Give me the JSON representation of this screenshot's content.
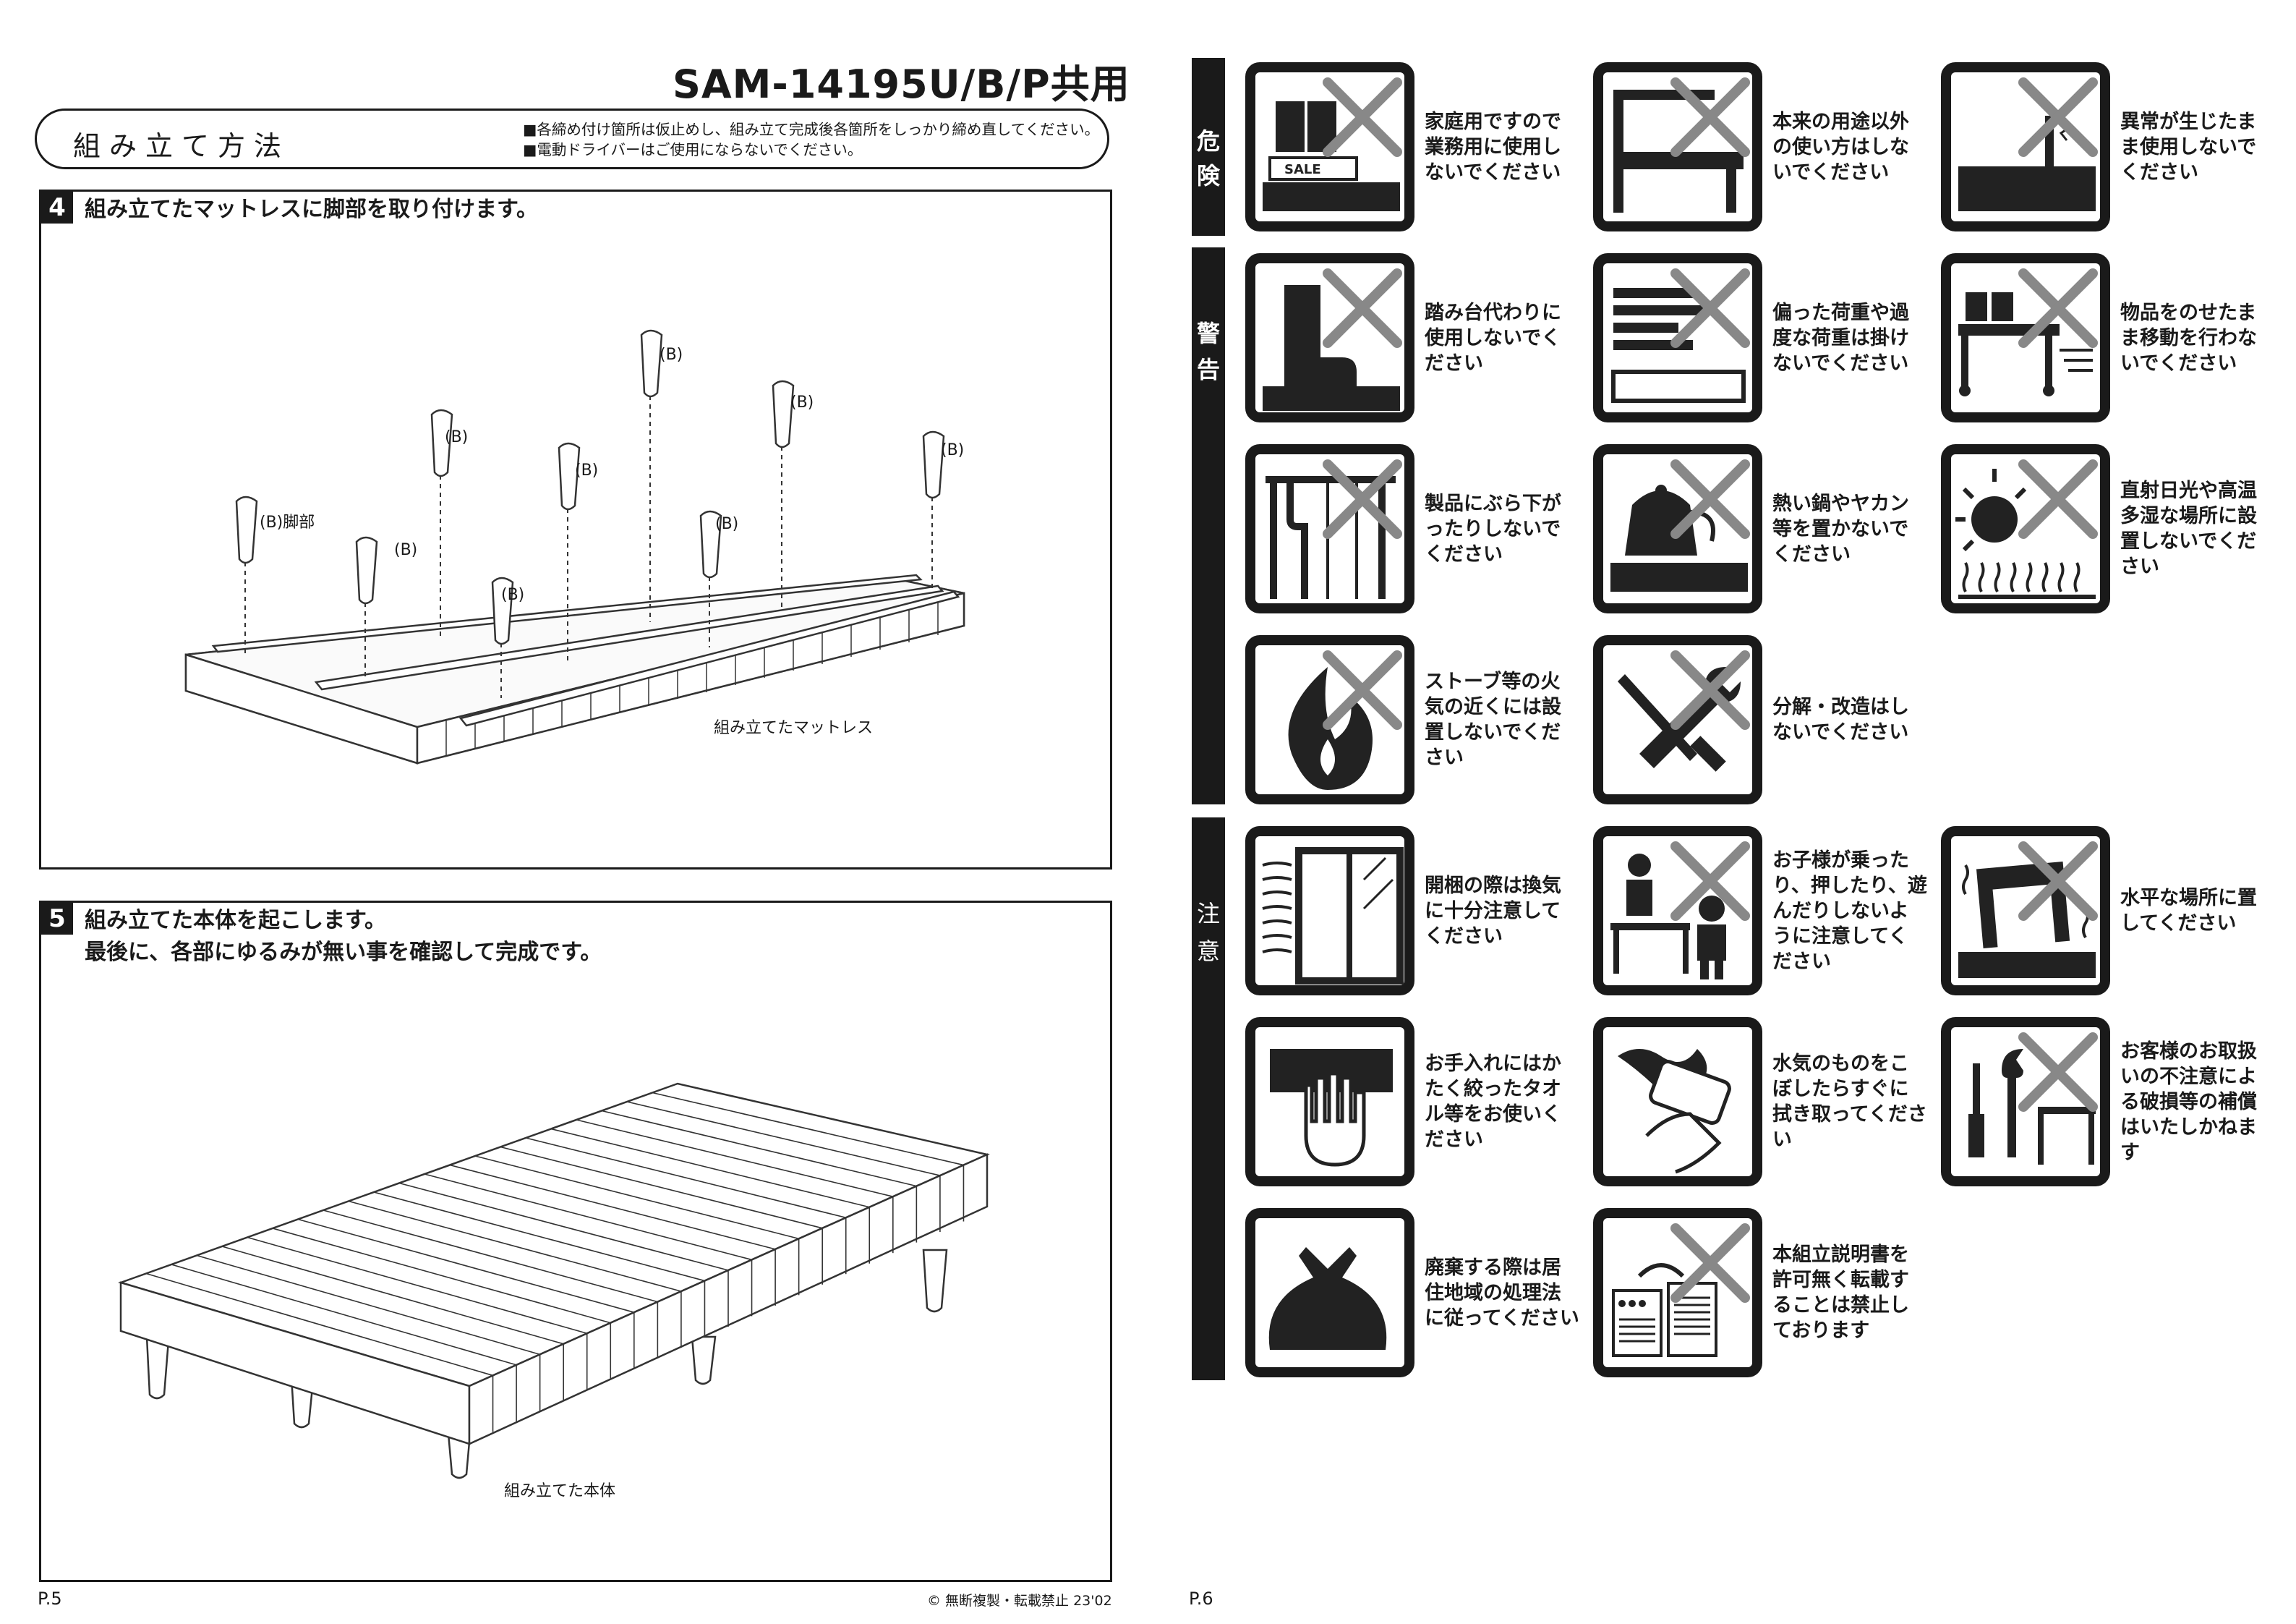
{
  "header": {
    "model": "SAM-14195U/B/P共用",
    "section_title": "組み立て方法",
    "notes": [
      "■各締め付け箇所は仮止めし、組み立て完成後各箇所をしっかり締め直してください。",
      "■電動ドライバーはご使用にならないでください。"
    ]
  },
  "step4": {
    "number": "4",
    "title": "組み立てたマットレスに脚部を取り付けます。",
    "leg_label": "(B)",
    "leg_first_label": "(B)脚部",
    "mattress_label": "組み立てたマットレス"
  },
  "step5": {
    "number": "5",
    "title_line1": "組み立てた本体を起こします。",
    "title_line2": "最後に、各部にゆるみが無い事を確認して完成です。",
    "body_label": "組み立てた本体"
  },
  "footer": {
    "page_left": "P.5",
    "copyright": "© 無断複製・転載禁止 23'02",
    "page_right": "P.6"
  },
  "categories": {
    "danger": [
      "危",
      "険"
    ],
    "warning": [
      "警",
      "告"
    ],
    "caution": [
      "注",
      "意"
    ]
  },
  "icon_sale_text": "SALE",
  "warnings": [
    {
      "icon": "shop-display-icon",
      "text": "家庭用ですので業務用に使用しないでください"
    },
    {
      "icon": "bed-misuse-icon",
      "text": "本来の用途以外の使い方はしないでください"
    },
    {
      "icon": "abnormal-use-icon",
      "text": "異常が生じたまま使用しないでください"
    },
    {
      "icon": "boot-step-icon",
      "text": "踏み台代わりに使用しないでください"
    },
    {
      "icon": "uneven-load-icon",
      "text": "偏った荷重や過度な荷重は掛けないでください"
    },
    {
      "icon": "moving-load-icon",
      "text": "物品をのせたまま移動を行わないでください"
    },
    {
      "icon": "hanging-icon",
      "text": "製品にぶら下がったりしないでください"
    },
    {
      "icon": "hot-kettle-icon",
      "text": "熱い鍋やヤカン等を置かないでください"
    },
    {
      "icon": "sun-humidity-icon",
      "text": "直射日光や高温多湿な場所に設置しないでください"
    },
    {
      "icon": "flame-icon",
      "text": "ストーブ等の火気の近くには設置しないでください"
    },
    {
      "icon": "tools-icon",
      "text": "分解・改造はしないでください"
    },
    {
      "icon": "ventilation-icon",
      "text": "開梱の際は換気に十分注意してください"
    },
    {
      "icon": "children-icon",
      "text": "お子様が乗ったり、押したり、遊んだりしないように注意してください"
    },
    {
      "icon": "level-place-icon",
      "text": "水平な場所に置してください"
    },
    {
      "icon": "wipe-hand-icon",
      "text": "お手入れにはかたく絞ったタオル等をお使いください"
    },
    {
      "icon": "wipe-cloth-icon",
      "text": "水気のものをこぼしたらすぐに拭き取ってください"
    },
    {
      "icon": "broken-tools-icon",
      "text": "お客様のお取扱いの不注意による破損等の補償はいたしかねます"
    },
    {
      "icon": "garbage-bag-icon",
      "text": "廃棄する際は居住地域の処理法に従ってください"
    },
    {
      "icon": "copy-manual-icon",
      "text": "本組立説明書を許可無く転載することは禁止しております"
    }
  ]
}
